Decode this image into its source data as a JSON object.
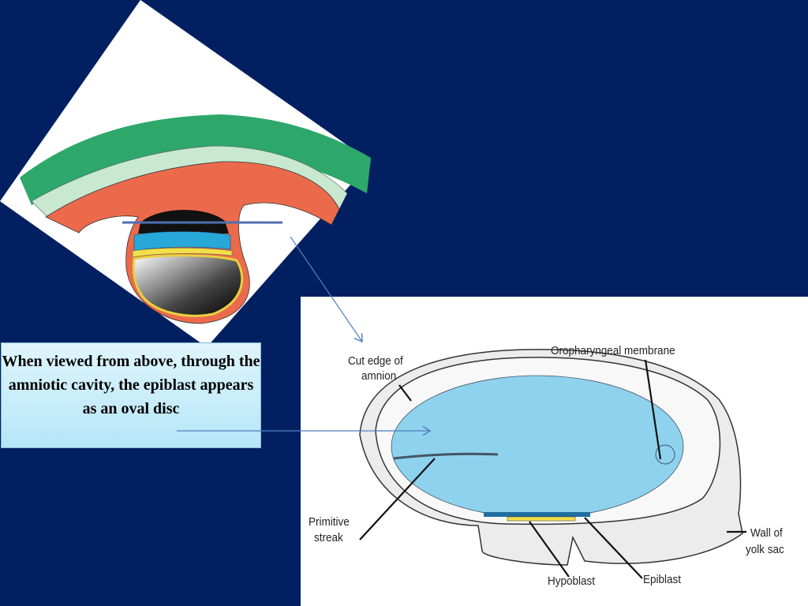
{
  "slide": {
    "background_color": "#022061",
    "callout": {
      "text": "When viewed from above, through the amniotic cavity, the epiblast appears as an oval disc",
      "background_color": "#c8eefa"
    },
    "left_diagram": {
      "description": "Cross-section of bilaminar embryonic disc implanted in endometrium",
      "layer_colors": {
        "epithelium": "#2ea86a",
        "cells": "#c8e8d0",
        "connective_tissue": "#ec6a4c",
        "epiblast": "#27a8d8",
        "hypoblast": "#f2e04a"
      },
      "cut_line_color": "#4f6fb0"
    },
    "right_diagram": {
      "description": "Bilaminar disc viewed from above through the amniotic cavity",
      "labels": {
        "cut_edge_amnion_1": "Cut edge of",
        "cut_edge_amnion_2": "amnion",
        "oropharyngeal_membrane": "Oropharyngeal membrane",
        "primitive_streak_1": "Primitive",
        "primitive_streak_2": "streak",
        "wall_yolk_sac_1": "Wall of",
        "wall_yolk_sac_2": "yolk sac",
        "hypoblast": "Hypoblast",
        "epiblast": "Epiblast"
      },
      "disc_color": "#8ed2ee"
    }
  }
}
